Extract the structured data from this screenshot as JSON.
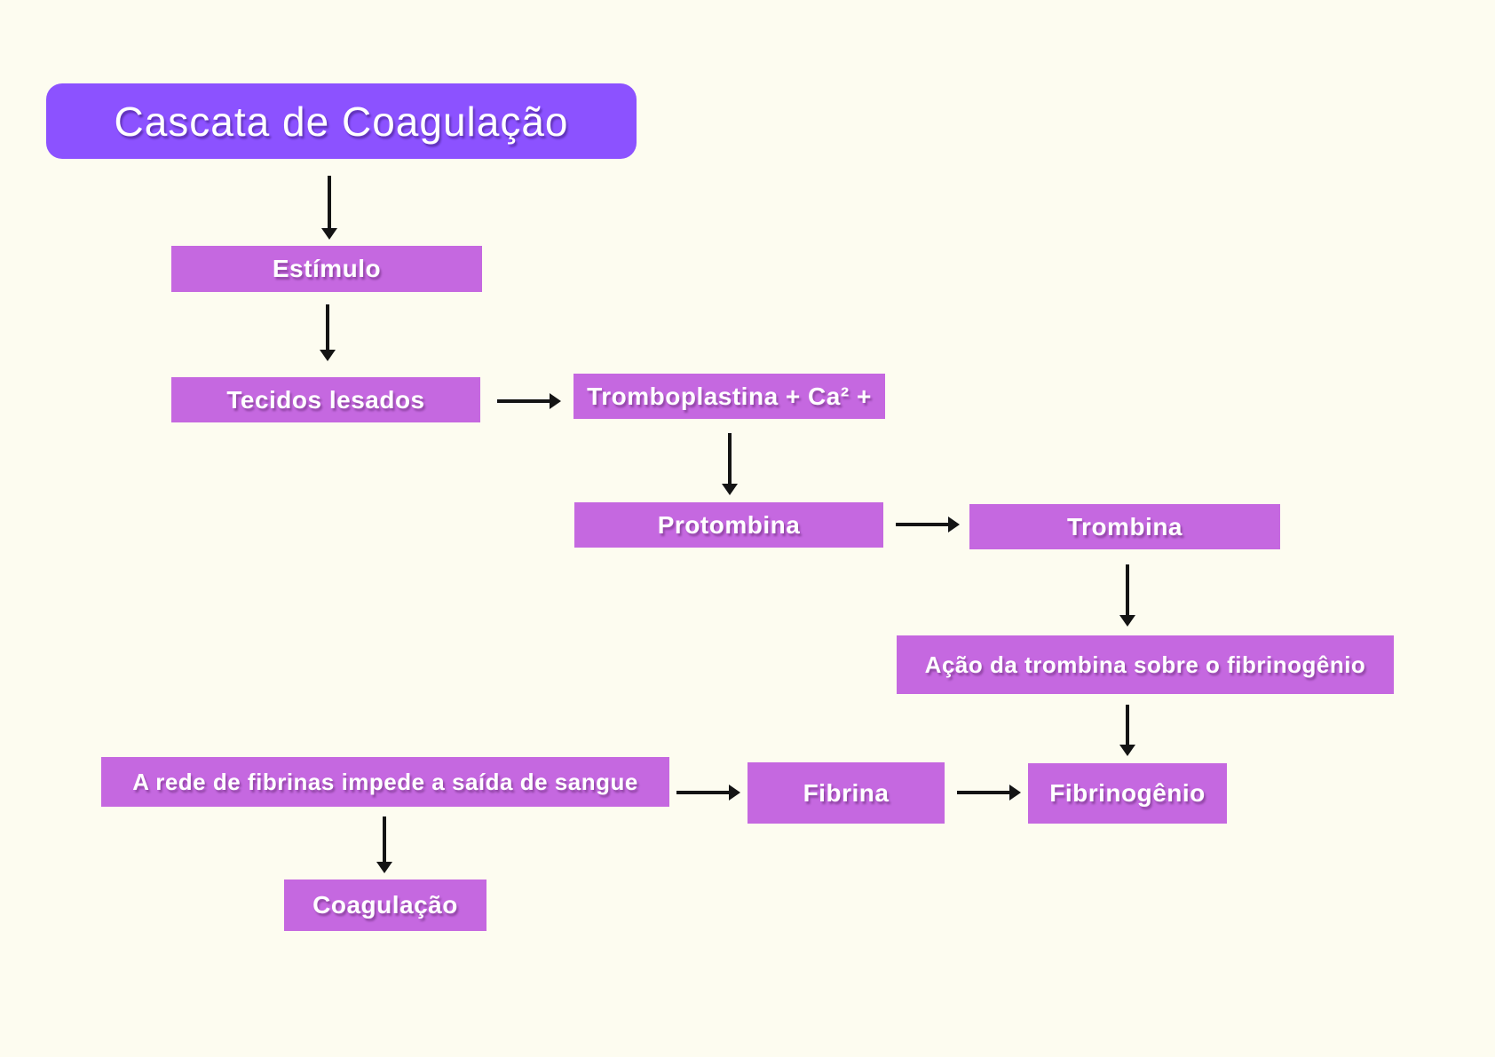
{
  "title": {
    "label": "Cascata de Coagulação"
  },
  "colors": {
    "background": "#FDFCF0",
    "title_box": "#8C52FF",
    "node_box": "#C568E0",
    "text": "#FFFFFF",
    "arrow": "#141414"
  },
  "nodes": {
    "estimulo": {
      "label": "Estímulo"
    },
    "tecidos_lesados": {
      "label": "Tecidos lesados"
    },
    "tromboplastina": {
      "label": "Tromboplastina + Ca² +"
    },
    "protombina": {
      "label": "Protombina"
    },
    "trombina": {
      "label": "Trombina"
    },
    "acao_trombina": {
      "label": "Ação da trombina sobre o fibrinogênio"
    },
    "rede_fibrinas": {
      "label": "A rede de fibrinas impede a saída de sangue"
    },
    "fibrina": {
      "label": "Fibrina"
    },
    "fibrinogenio": {
      "label": "Fibrinogênio"
    },
    "coagulacao": {
      "label": "Coagulação"
    }
  },
  "edges": [
    {
      "from": "title",
      "to": "estimulo",
      "direction": "down"
    },
    {
      "from": "estimulo",
      "to": "tecidos_lesados",
      "direction": "down"
    },
    {
      "from": "tecidos_lesados",
      "to": "tromboplastina",
      "direction": "right"
    },
    {
      "from": "tromboplastina",
      "to": "protombina",
      "direction": "down"
    },
    {
      "from": "protombina",
      "to": "trombina",
      "direction": "right"
    },
    {
      "from": "trombina",
      "to": "acao_trombina",
      "direction": "down"
    },
    {
      "from": "acao_trombina",
      "to": "fibrinogenio",
      "direction": "down"
    },
    {
      "from": "rede_fibrinas",
      "to": "fibrina",
      "direction": "right"
    },
    {
      "from": "fibrina",
      "to": "fibrinogenio",
      "direction": "right"
    },
    {
      "from": "rede_fibrinas",
      "to": "coagulacao",
      "direction": "down"
    }
  ]
}
